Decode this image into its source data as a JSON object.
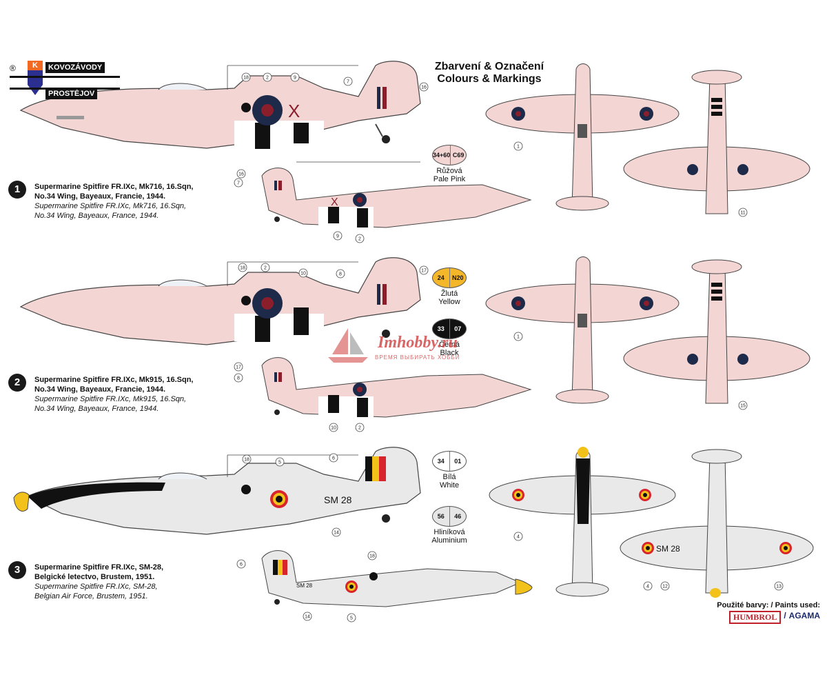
{
  "header": {
    "title_cz": "Zbarvení & Označení",
    "title_en": "Colours & Markings"
  },
  "logo": {
    "registered_mark": "®",
    "line1": "KOVOZÁVODY",
    "line2": "PROSTĚJOV",
    "letter": "K"
  },
  "schemes": [
    {
      "number": "1",
      "title": "Supermarine Spitfire FR.IXc, Mk716, 16.Sqn,",
      "line2": "No.34 Wing, Bayeaux, Francie, 1944.",
      "title_en": "Supermarine Spitfire FR.IXc, Mk716, 16.Sqn,",
      "line2_en": "No.34 Wing, Bayeaux, France, 1944."
    },
    {
      "number": "2",
      "title": "Supermarine Spitfire FR.IXc, Mk915, 16.Sqn,",
      "line2": "No.34 Wing, Bayeaux, Francie, 1944.",
      "title_en": "Supermarine Spitfire FR.IXc, Mk915, 16.Sqn,",
      "line2_en": "No.34 Wing, Bayeaux, France, 1944."
    },
    {
      "number": "3",
      "title": "Supermarine Spitfire FR.IXc, SM-28,",
      "line2": "Belgické letectvo, Brustem, 1951.",
      "title_en": "Supermarine Spitfire FR.IXc, SM-28,",
      "line2_en": "Belgian Air Force, Brustem, 1951."
    }
  ],
  "paints": [
    {
      "code_a": "34+60",
      "code_b": "C69",
      "name_cz": "Růžová",
      "name_en": "Pale Pink",
      "color": "#f3d6d4"
    },
    {
      "code_a": "24",
      "code_b": "N20",
      "name_cz": "Žlutá",
      "name_en": "Yellow",
      "color": "#f5b72a"
    },
    {
      "code_a": "33",
      "code_b": "07",
      "name_cz": "Černá",
      "name_en": "Black",
      "color": "#111111"
    },
    {
      "code_a": "34",
      "code_b": "01",
      "name_cz": "Bílá",
      "name_en": "White",
      "color": "#ffffff"
    },
    {
      "code_a": "56",
      "code_b": "46",
      "name_cz": "Hliníková",
      "name_en": "Aluminium",
      "color": "#e6e6e6"
    }
  ],
  "markings": {
    "serial_sm28": "SM 28",
    "serial_sm28_small": "SM 28",
    "serial_wing": "SM 28"
  },
  "footer": {
    "paints_used": "Použité barvy: / Paints used:",
    "brand1": "HUMBROL",
    "separator": "/",
    "brand2": "AGAMA"
  },
  "watermark": {
    "text": "Imhobby.ru",
    "sub": "ВРЕМЯ ВЫБИРАТЬ ХОББИ"
  },
  "colors": {
    "pink": "#f3d6d4",
    "outline": "#444444",
    "roundel_blue": "#1e2a4a",
    "roundel_red": "#8b1e2b",
    "aluminium": "#e9e9ea",
    "belgian_black": "#111111",
    "belgian_yellow": "#f2c21a",
    "belgian_red": "#d8242b"
  },
  "callouts": [
    "1",
    "2",
    "4",
    "5",
    "6",
    "7",
    "8",
    "9",
    "10",
    "11",
    "12",
    "13",
    "14",
    "15",
    "16",
    "17",
    "18"
  ]
}
